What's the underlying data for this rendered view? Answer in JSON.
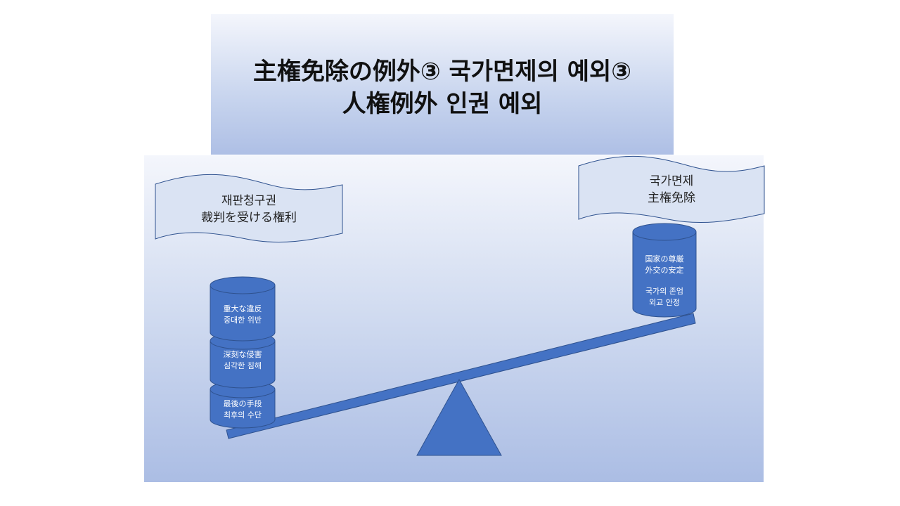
{
  "title": {
    "line1": "主権免除の例外③ 국가면제의 예외③",
    "line2": "人権例外 인권 예외"
  },
  "left_flag": {
    "line1": "재판청구권",
    "line2": "裁判を受ける権利"
  },
  "right_flag": {
    "line1": "국가면제",
    "line2": "主権免除"
  },
  "left_stack": [
    {
      "ja": "重大な違反",
      "ko": "중대한 위반"
    },
    {
      "ja": "深刻な侵害",
      "ko": "심각한 침해"
    },
    {
      "ja": "最後の手段",
      "ko": "최후의 수단"
    }
  ],
  "right_drum": {
    "ja1": "国家の尊厳",
    "ja2": "外交の安定",
    "ko1": "국가의 존엄",
    "ko2": "외교 안정"
  },
  "colors": {
    "shape_fill": "#4472c4",
    "shape_stroke": "#2f528f",
    "flag_fill": "#dae3f3"
  }
}
